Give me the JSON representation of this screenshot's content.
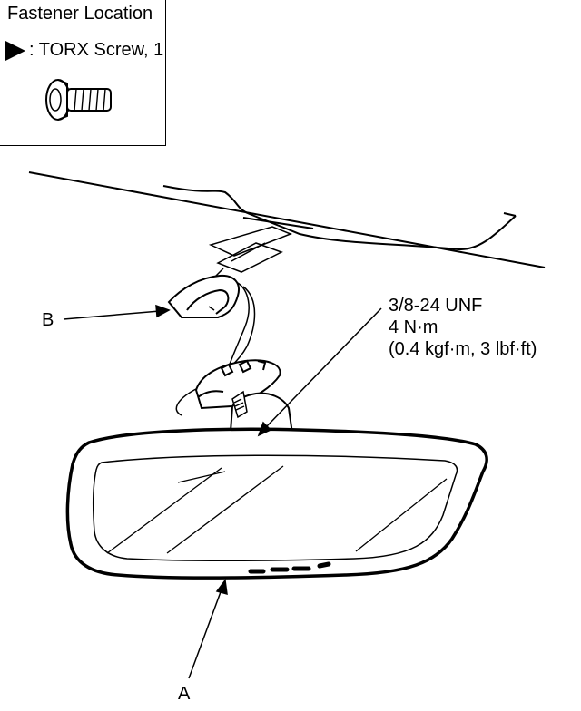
{
  "legend": {
    "title": "Fastener Location",
    "item_label": ": TORX Screw, 1",
    "marker_icon": "triangle-marker-icon",
    "screw_icon": "torx-screw-icon"
  },
  "callouts": {
    "a": "A",
    "b": "B",
    "spec_line1": "3/8-24 UNF",
    "spec_line2": "4 N·m",
    "spec_line3": "(0.4 kgf·m, 3 lbf·ft)"
  }
}
